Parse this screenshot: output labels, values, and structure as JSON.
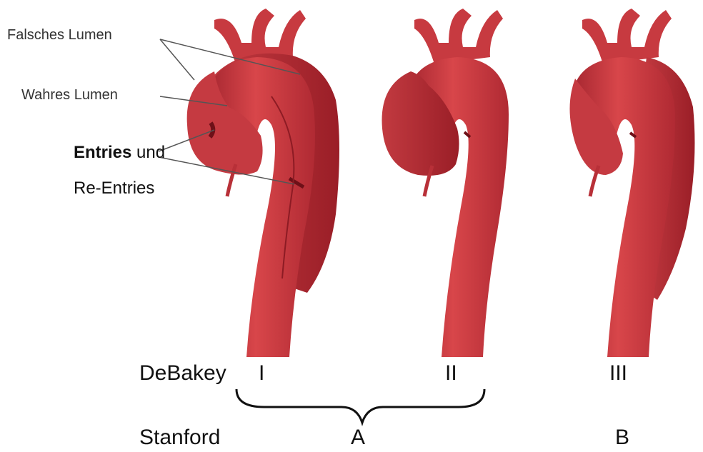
{
  "labels": {
    "false_lumen": "Falsches Lumen",
    "true_lumen": "Wahres Lumen",
    "entries_bold": "Entries",
    "entries_rest": "und",
    "reentries": "Re-Entries"
  },
  "classification": {
    "debakey_label": "DeBakey",
    "debakey_types": [
      "I",
      "II",
      "III"
    ],
    "stanford_label": "Stanford",
    "stanford_types": [
      "A",
      "B"
    ]
  },
  "colors": {
    "aorta": "#c8363c",
    "aorta_dark": "#9e1f27",
    "aorta_light": "#e0595c",
    "false_lumen": "#b72d34",
    "line": "#555555",
    "brace": "#111111"
  }
}
